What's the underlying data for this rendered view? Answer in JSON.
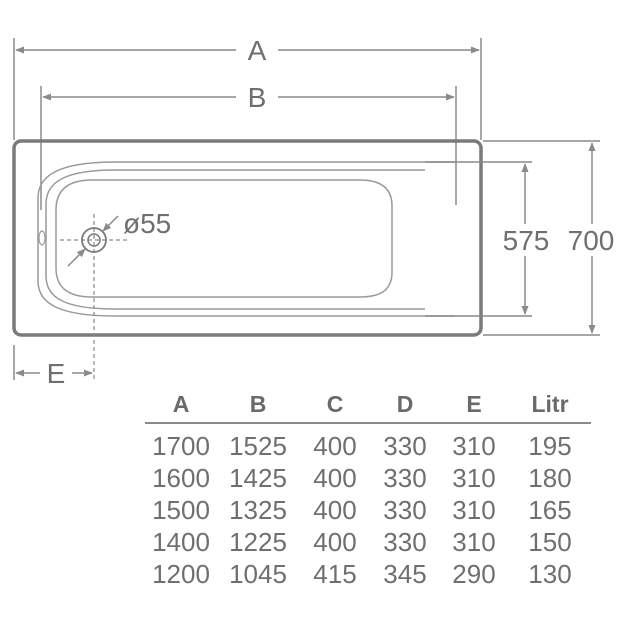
{
  "dimensions": {
    "overall_length_label": "A",
    "inner_length_label": "B",
    "drain_offset_label": "E",
    "drain_diameter": "ø55",
    "inner_width": "575",
    "outer_width": "700"
  },
  "table": {
    "headers": [
      "A",
      "B",
      "C",
      "D",
      "E",
      "Litr"
    ],
    "rows": [
      [
        "1700",
        "1525",
        "400",
        "330",
        "310",
        "195"
      ],
      [
        "1600",
        "1425",
        "400",
        "330",
        "310",
        "180"
      ],
      [
        "1500",
        "1325",
        "400",
        "330",
        "310",
        "165"
      ],
      [
        "1400",
        "1225",
        "400",
        "330",
        "310",
        "150"
      ],
      [
        "1200",
        "1045",
        "415",
        "345",
        "290",
        "130"
      ]
    ]
  },
  "colors": {
    "outline": "#7a7a7a",
    "dimension_line": "#8a8a8a",
    "text": "#6f6f6f"
  }
}
